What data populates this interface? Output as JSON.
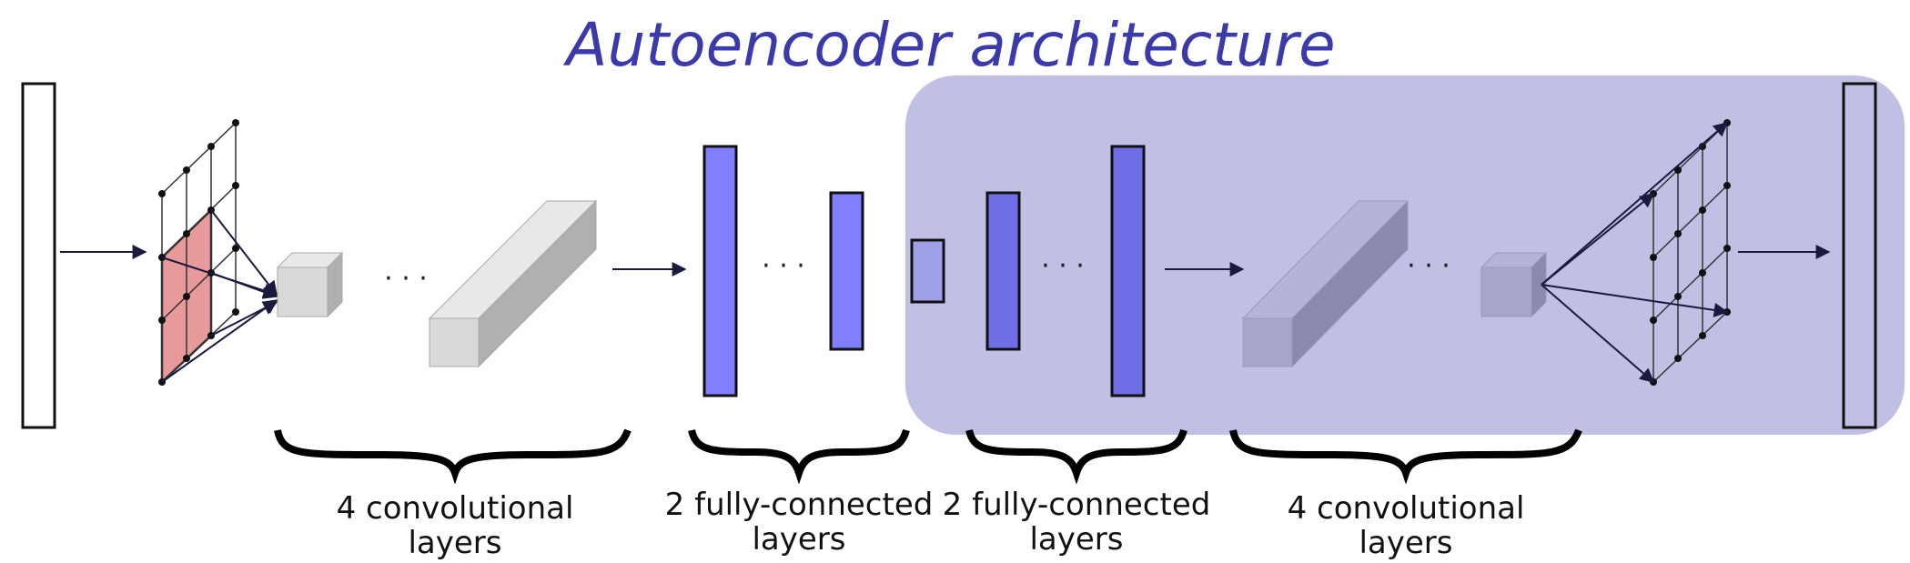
{
  "title": "Autoencoder architecture",
  "ellipsis": "· · ·",
  "labels": {
    "enc_conv": [
      "4 convolutional",
      "layers"
    ],
    "enc_fc": [
      "2 fully-connected",
      "layers"
    ],
    "dec_fc": [
      "2 fully-connected",
      "layers"
    ],
    "dec_conv": [
      "4 convolutional",
      "layers"
    ]
  },
  "colors": {
    "title": "#3a3aaa",
    "decoder_background": "#bfc0e4",
    "kernel_patch": "#e8999a",
    "cube_light": "#d9d9d9",
    "fc_layer": "#8080ff",
    "fc_layer_decoder": "#6e6ee6",
    "latent_code": "#a0a0e8",
    "decoder_cube": "#a6a6cc"
  }
}
